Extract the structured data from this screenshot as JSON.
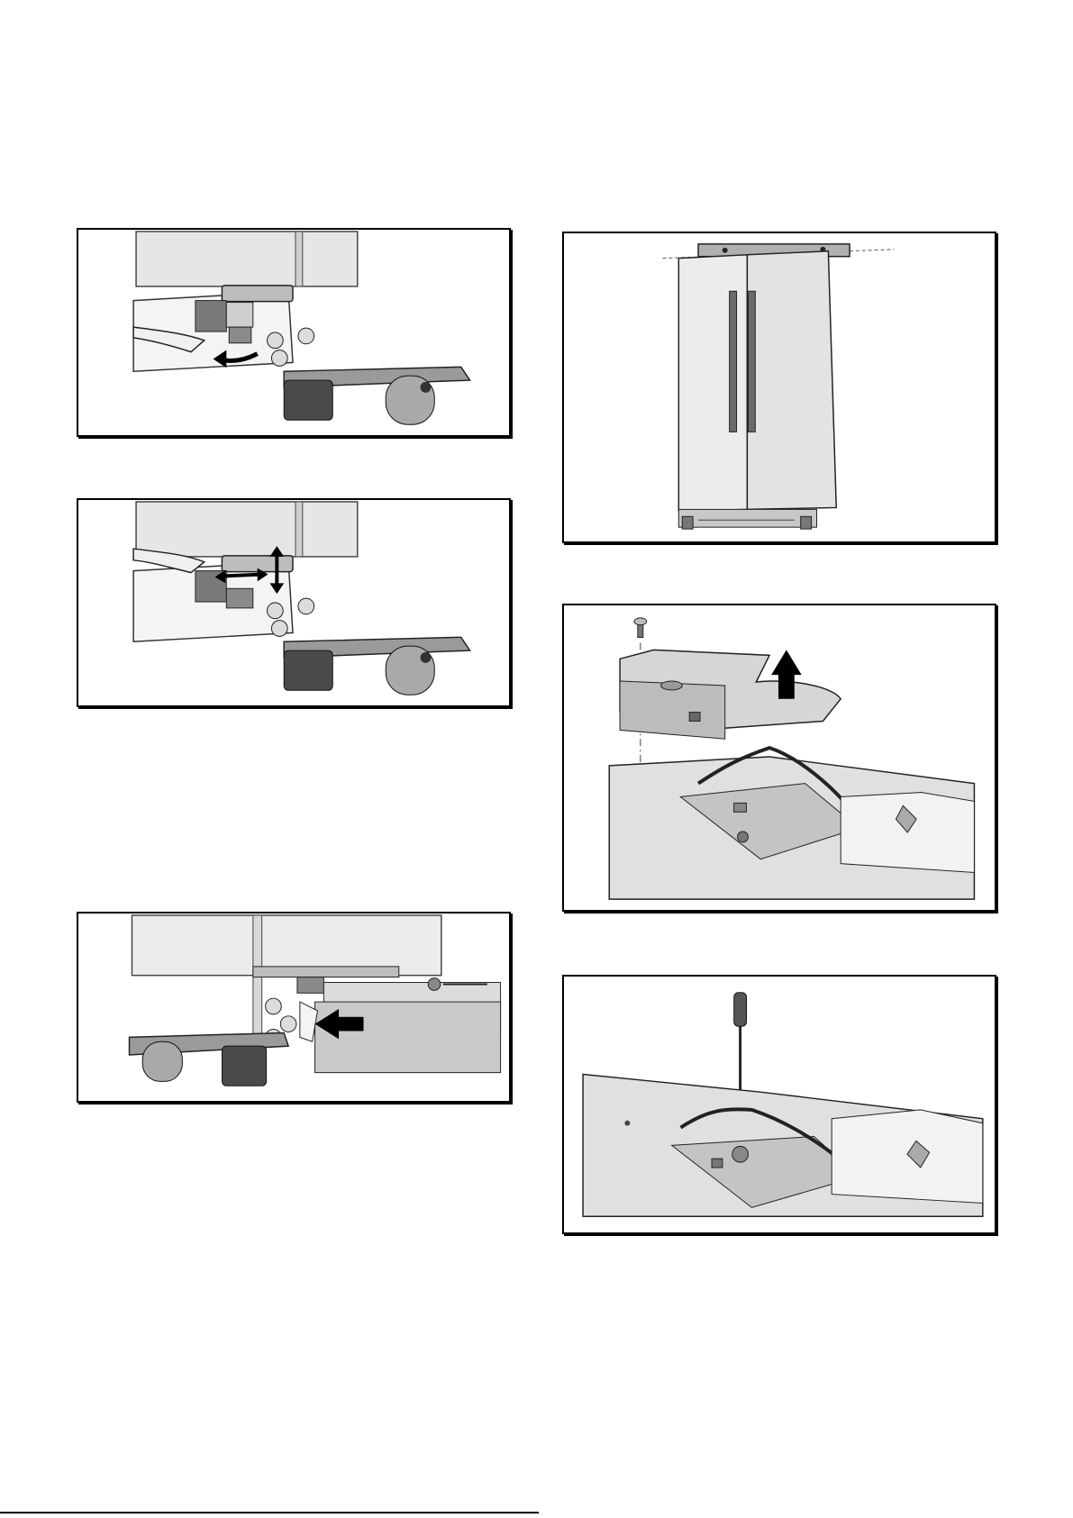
{
  "document": {
    "footer_text": "",
    "figures": [
      {
        "id": "fig-left-1",
        "subject": "door-hinge-nut-loosen-icon"
      },
      {
        "id": "fig-left-2",
        "subject": "door-height-adjust-icon"
      },
      {
        "id": "fig-left-3",
        "subject": "hinge-bracket-insert-icon"
      },
      {
        "id": "fig-right-1",
        "subject": "refrigerator-level-icon"
      },
      {
        "id": "fig-right-2",
        "subject": "hinge-cover-remove-icon"
      },
      {
        "id": "fig-right-3",
        "subject": "hinge-screw-screwdriver-icon"
      }
    ]
  },
  "colors": {
    "border": "#000000",
    "fill_light": "#e6e6e6",
    "fill_mid": "#b8b8b8",
    "fill_dark": "#5a5a5a",
    "arrow": "#000000"
  }
}
